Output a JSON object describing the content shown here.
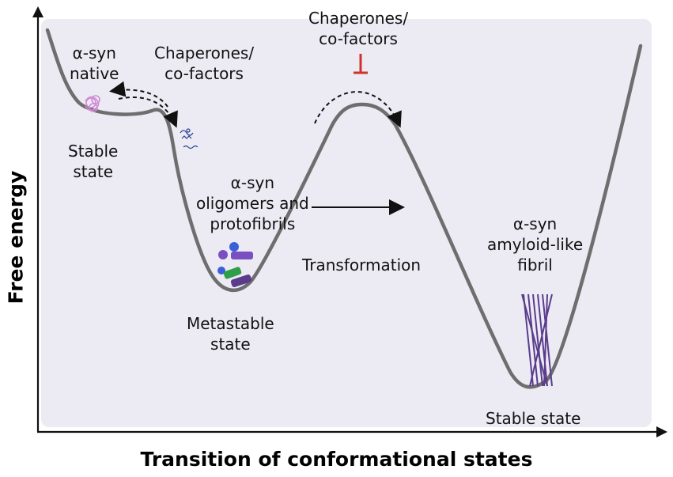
{
  "axes": {
    "x_title": "Transition of conformational states",
    "y_title": "Free energy"
  },
  "labels": {
    "asyn_native": [
      "α-syn",
      "native"
    ],
    "chaperones_left": [
      "Chaperones/",
      "co-factors"
    ],
    "chaperones_top": [
      "Chaperones/",
      "co-factors"
    ],
    "stable_left": [
      "Stable",
      "state"
    ],
    "oligomers": [
      "α-syn",
      "oligomers and",
      "protofibrils"
    ],
    "transformation": "Transformation",
    "fibril": [
      "α-syn",
      "amyloid-like",
      "fibril"
    ],
    "metastable": [
      "Metastable",
      "state"
    ],
    "stable_right": "Stable state"
  },
  "colors": {
    "panel_background": "#ecebf4",
    "curve": "#6e6e6e",
    "inhibitor": "#d0312d",
    "native_protein": "#d08ad6",
    "fibril": "#5b3c8c",
    "oligomer_purple": "#7a4fc2",
    "oligomer_green": "#2e9e4a",
    "oligomer_blue": "#3b5fd6"
  },
  "icons": {
    "native": "alpha-synuclein-native-icon",
    "unfolded": "unfolded-protein-icon",
    "oligomers": "oligomer-cluster-icon",
    "fibril": "amyloid-fibril-icon",
    "inhibition": "inhibition-t-bar-icon"
  }
}
